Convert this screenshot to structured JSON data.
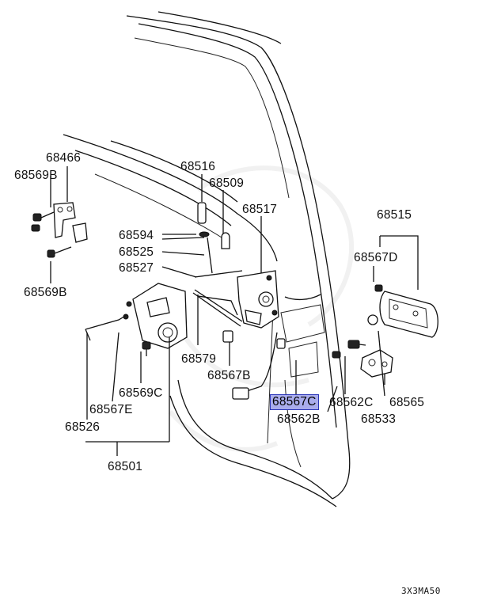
{
  "diagram_code": "3X3MA50",
  "labels": {
    "p68466": "68466",
    "p68569B_top": "68569B",
    "p68569B_bottom": "68569B",
    "p68516": "68516",
    "p68509": "68509",
    "p68517": "68517",
    "p68594": "68594",
    "p68525": "68525",
    "p68527": "68527",
    "p68515": "68515",
    "p68567D": "68567D",
    "p68579": "68579",
    "p68567B": "68567B",
    "p68569C": "68569C",
    "p68567E": "68567E",
    "p68526": "68526",
    "p68501": "68501",
    "p68567C": "68567C",
    "p68562C": "68562C",
    "p68565": "68565",
    "p68562B": "68562B",
    "p68533": "68533"
  },
  "highlighted_part": "68567C",
  "colors": {
    "highlight_fill": "#a9acec",
    "highlight_border": "#2b36b8",
    "line": "#111111"
  }
}
